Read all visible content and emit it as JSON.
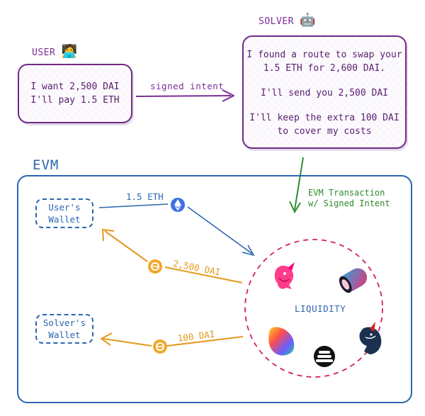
{
  "user": {
    "title": "USER",
    "emoji": "🧑‍💻",
    "lines": [
      "I want 2,500 DAI",
      "I'll pay 1.5 ETH"
    ]
  },
  "solver": {
    "title": "SOLVER",
    "emoji": "🤖",
    "lines": [
      "I found a route to swap your",
      "1.5 ETH for 2,600 DAI.",
      "I'll send you 2,500 DAI",
      "I'll keep the extra 100 DAI",
      "to cover my costs"
    ]
  },
  "edge_signed_intent": "signed intent",
  "evm": {
    "title": "EVM",
    "tx_label": [
      "EVM Transaction",
      "w/ Signed Intent"
    ]
  },
  "user_wallet": [
    "User's",
    "Wallet"
  ],
  "solver_wallet": [
    "Solver's",
    "Wallet"
  ],
  "flows": {
    "eth": "1.5 ETH",
    "dai_user": "2,500 DAI",
    "dai_solver": "100 DAI"
  },
  "liquidity": {
    "label": "LIQUIDITY",
    "icons": [
      "uniswap-icon",
      "sushi-icon",
      "curve-icon",
      "1inch-icon",
      "balancer-icon"
    ]
  },
  "colors": {
    "purple": "#6f2a86",
    "blue": "#2a66b0",
    "green": "#2e8b2e",
    "orange": "#e39a1f",
    "pink": "#d81b60"
  }
}
